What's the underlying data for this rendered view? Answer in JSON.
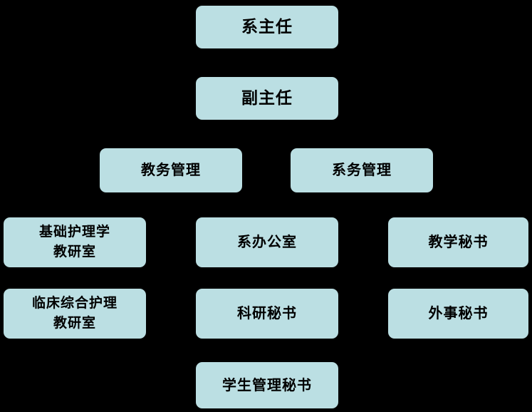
{
  "chart": {
    "type": "org-chart",
    "title": "",
    "background_color": "#000000",
    "node_fill_color": "#bbdfe3",
    "node_text_color": "#000000",
    "levels": [
      {
        "level": 1,
        "nodes": [
          {
            "id": "dept-head",
            "label": "系主任"
          }
        ]
      },
      {
        "level": 2,
        "nodes": [
          {
            "id": "deputy-head",
            "label": "副主任"
          }
        ]
      },
      {
        "level": 3,
        "nodes": [
          {
            "id": "academic-affairs",
            "label": "教务管理"
          },
          {
            "id": "department-affairs",
            "label": "系务管理"
          }
        ]
      },
      {
        "level": 4,
        "nodes": [
          {
            "id": "basic-nursing-office",
            "label": "基础护理学\n教研室"
          },
          {
            "id": "department-office",
            "label": "系办公室"
          },
          {
            "id": "teaching-secretary",
            "label": "教学秘书"
          }
        ]
      },
      {
        "level": 5,
        "nodes": [
          {
            "id": "clinical-nursing-office",
            "label": "临床综合护理\n教研室"
          },
          {
            "id": "research-secretary",
            "label": "科研秘书"
          },
          {
            "id": "foreign-affairs-secretary",
            "label": "外事秘书"
          }
        ]
      },
      {
        "level": 6,
        "nodes": [
          {
            "id": "student-management-secretary",
            "label": "学生管理秘书"
          }
        ]
      }
    ]
  }
}
